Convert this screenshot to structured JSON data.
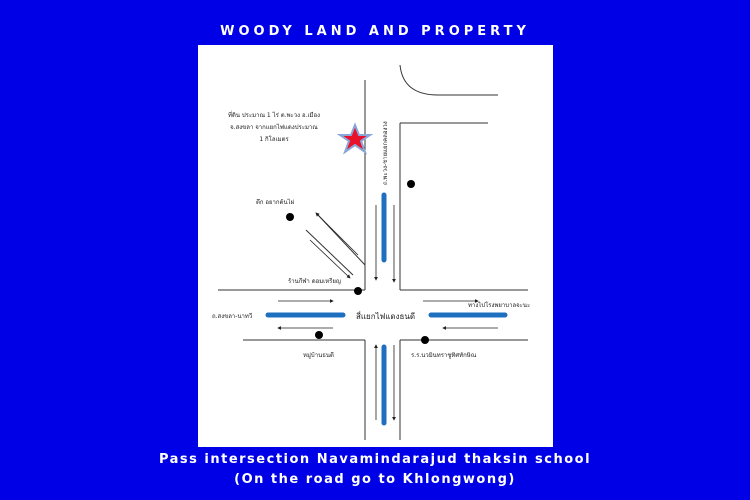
{
  "header": {
    "title": "WOODY LAND AND PROPERTY"
  },
  "map": {
    "land_note": [
      "ที่ดิน ประมาณ 1 ไร่ ต.พะวง อ.เมือง",
      "จ.สงขลา จากแยกไฟแดงประมาณ",
      "1 กิโลเมตร"
    ],
    "road_north": "ถ.พะวง-ชายแยกคลองวง",
    "landmark_nw": "ตึก อยากต้นไผ่",
    "landmark_shop": "ร้านกีฬา ดอมเหรียญ",
    "road_west": "ถ.สงขลา-นาทวี",
    "intersection": "สี่แยกไฟแดงธนดี",
    "road_east": "ทางไปโรงพยาบาลจะนะ",
    "landmark_sw": "หมู่บ้านธนดี",
    "landmark_se": "ร.ร.นวมินทราชูทิศทักษิณ",
    "marker_color": "#e8102a",
    "median_color": "#1f6fc0"
  },
  "footer": {
    "line1": "Pass intersection Navamindarajud thaksin school",
    "line2": "(On the road go to Khlongwong)"
  }
}
